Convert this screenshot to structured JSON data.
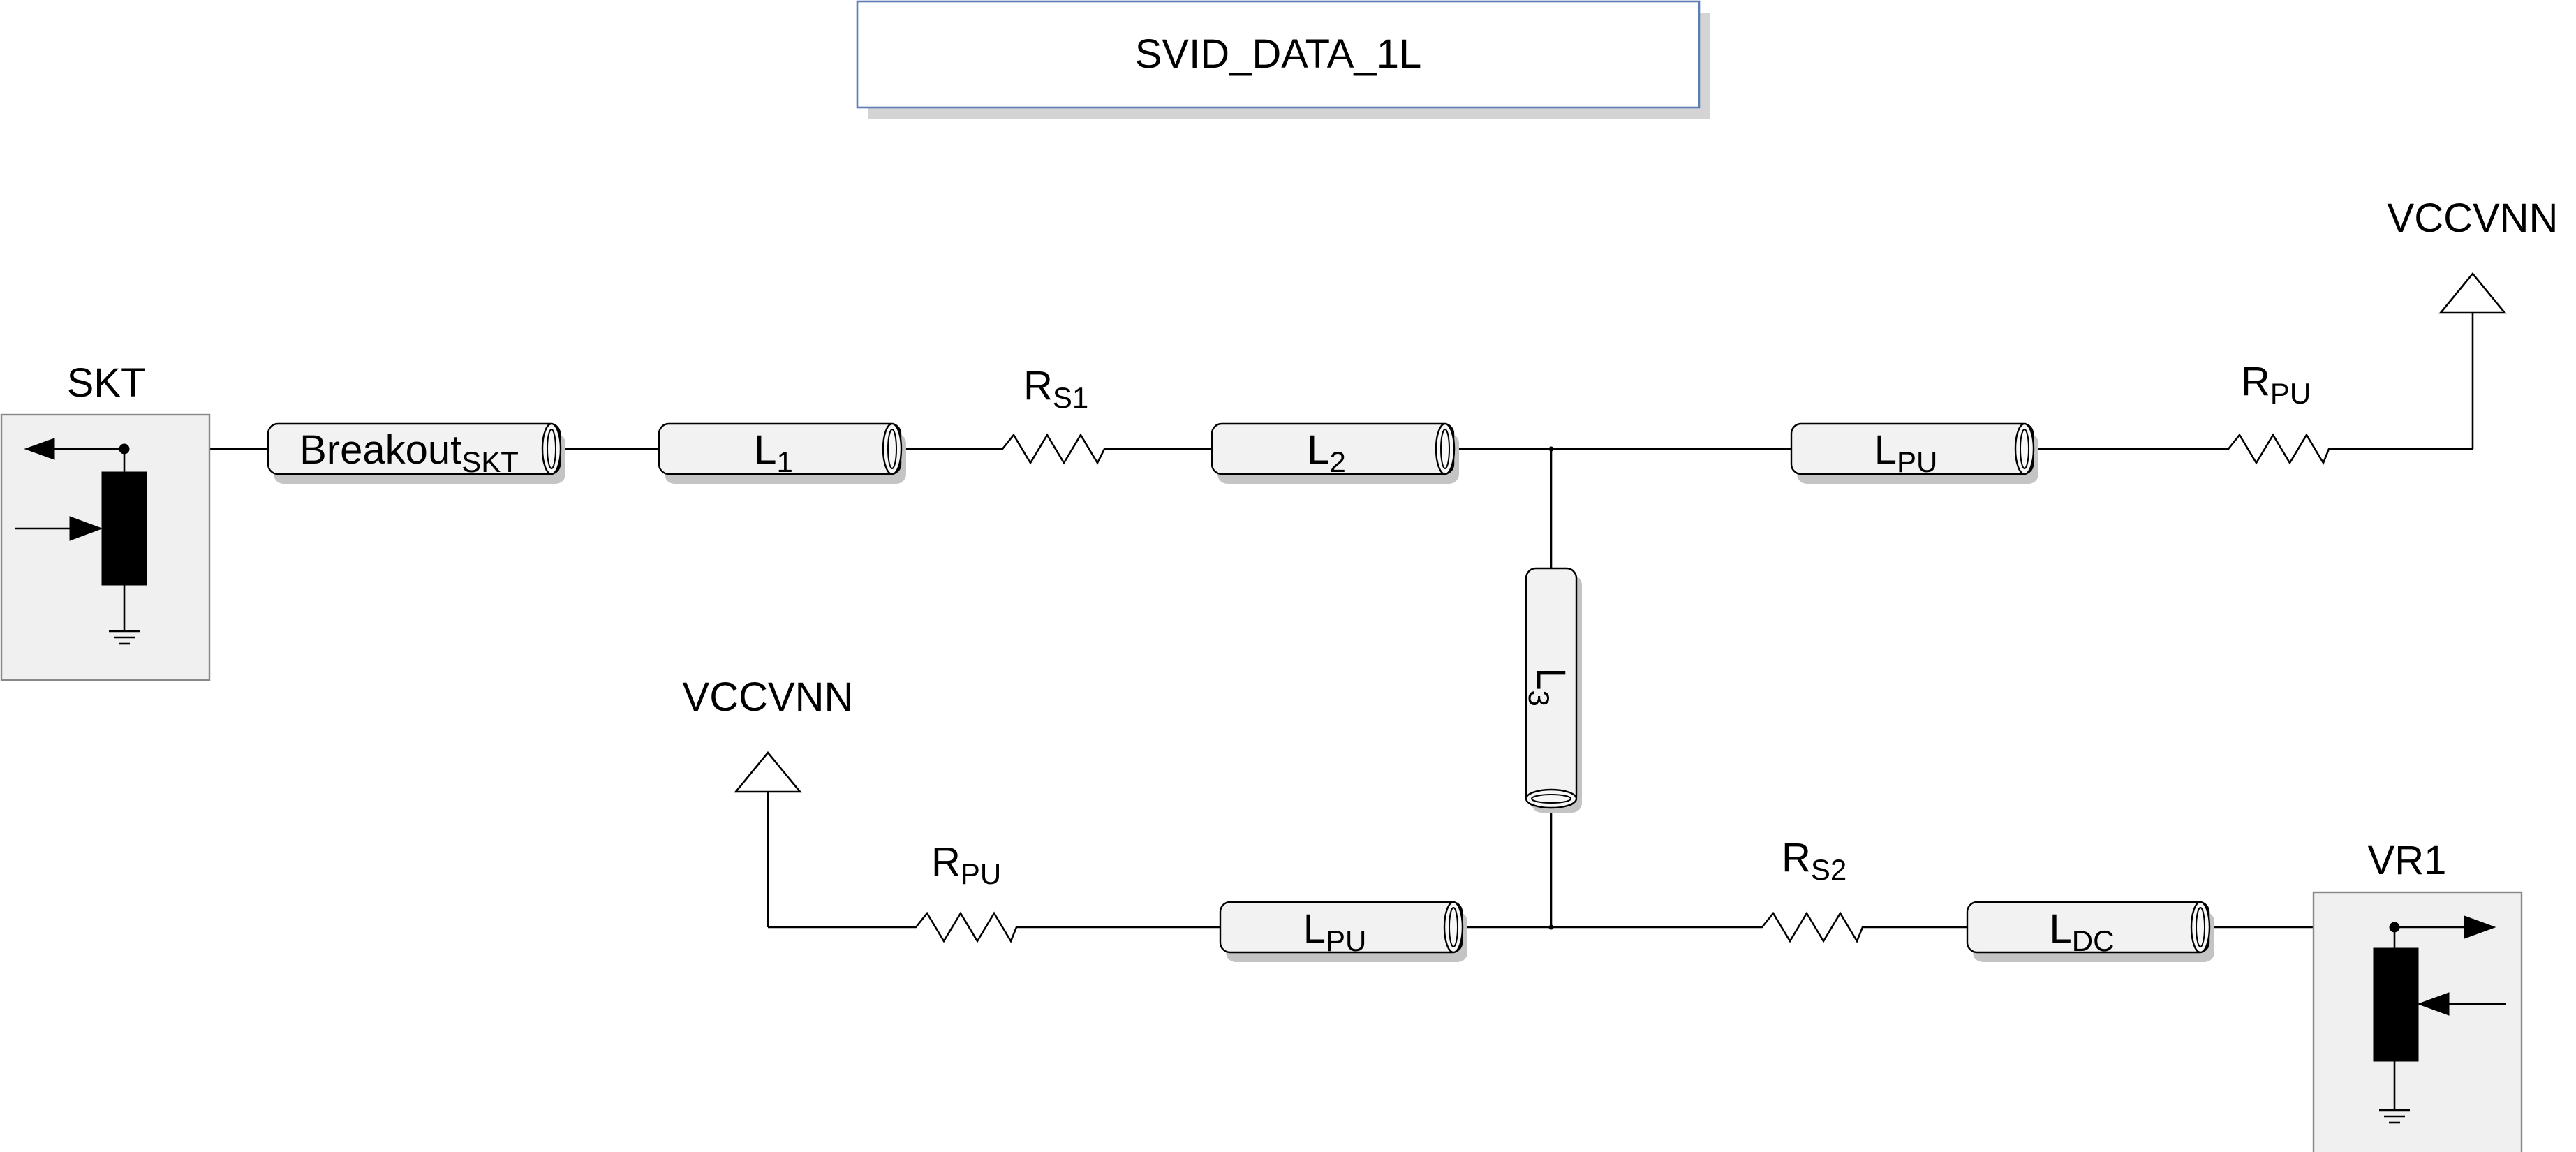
{
  "title": "SVID_DATA_1L",
  "skt": {
    "label": "SKT"
  },
  "vr": {
    "label": "VR1"
  },
  "supplies": {
    "top": "VCCVNN",
    "bottom": "VCCVNN"
  },
  "components": {
    "breakout": {
      "main": "Breakout",
      "sub": "SKT"
    },
    "l1": {
      "main": "L",
      "sub": "1"
    },
    "rs1": {
      "main": "R",
      "sub": "S1"
    },
    "l2": {
      "main": "L",
      "sub": "2"
    },
    "lpu_top": {
      "main": "L",
      "sub": "PU"
    },
    "rpu_top": {
      "main": "R",
      "sub": "PU"
    },
    "l3": {
      "main": "L",
      "sub": "3"
    },
    "rpu_bottom": {
      "main": "R",
      "sub": "PU"
    },
    "lpu_bottom": {
      "main": "L",
      "sub": "PU"
    },
    "rs2": {
      "main": "R",
      "sub": "S2"
    },
    "ldc": {
      "main": "L",
      "sub": "DC"
    }
  }
}
